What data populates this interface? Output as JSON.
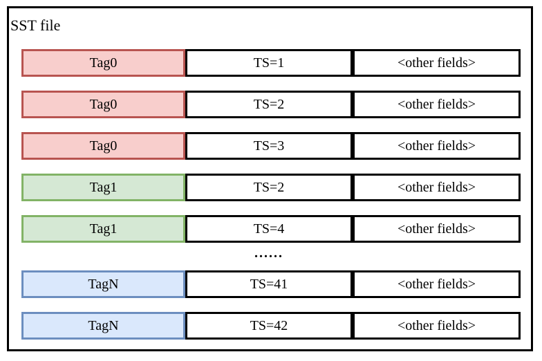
{
  "diagram": {
    "title": "SST file",
    "ellipsis": "......",
    "colors": {
      "red": {
        "fill": "#f8cecc",
        "border": "#b85450"
      },
      "green": {
        "fill": "#d5e8d4",
        "border": "#82b366"
      },
      "blue": {
        "fill": "#dae8fc",
        "border": "#6c8ebf"
      }
    },
    "rows": [
      {
        "tag": "Tag0",
        "ts": "TS=1",
        "other": "<other fields>",
        "color": "red"
      },
      {
        "tag": "Tag0",
        "ts": "TS=2",
        "other": "<other fields>",
        "color": "red"
      },
      {
        "tag": "Tag0",
        "ts": "TS=3",
        "other": "<other fields>",
        "color": "red"
      },
      {
        "tag": "Tag1",
        "ts": "TS=2",
        "other": "<other fields>",
        "color": "green"
      },
      {
        "tag": "Tag1",
        "ts": "TS=4",
        "other": "<other fields>",
        "color": "green"
      },
      {
        "tag": "TagN",
        "ts": "TS=41",
        "other": "<other fields>",
        "color": "blue"
      },
      {
        "tag": "TagN",
        "ts": "TS=42",
        "other": "<other fields>",
        "color": "blue"
      }
    ]
  }
}
